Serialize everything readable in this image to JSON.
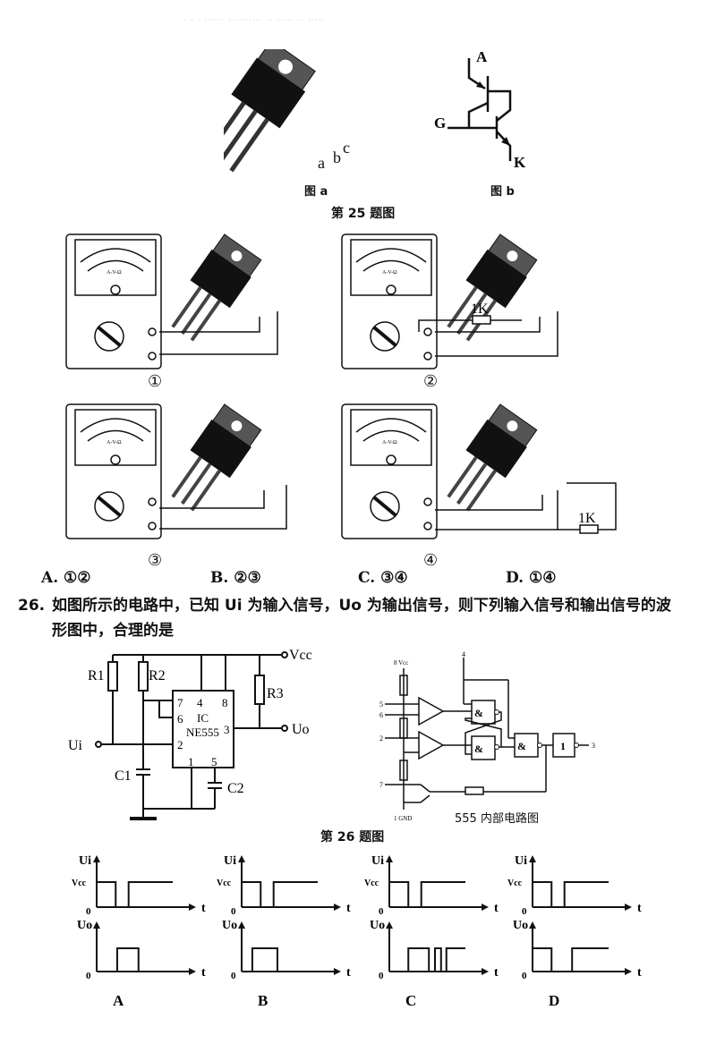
{
  "header": {
    "faint_text": "· · ·  ······  ·········· ··   ····· ··          ·····"
  },
  "q25": {
    "fig_a": {
      "caption": "图 a",
      "pins": [
        "a",
        "b",
        "c"
      ]
    },
    "fig_b": {
      "caption": "图 b",
      "terminals": {
        "anode": "A",
        "gate": "G",
        "cathode": "K"
      }
    },
    "figure_caption": "第 25 题图",
    "panels": [
      {
        "label": "①",
        "resistor": ""
      },
      {
        "label": "②",
        "resistor": "1K"
      },
      {
        "label": "③",
        "resistor": ""
      },
      {
        "label": "④",
        "resistor": "1K"
      }
    ],
    "meter_scale": "A-V-Ω",
    "options": [
      {
        "key": "A.",
        "value": "①②"
      },
      {
        "key": "B.",
        "value": "②③"
      },
      {
        "key": "C.",
        "value": "③④"
      },
      {
        "key": "D.",
        "value": "①④"
      }
    ]
  },
  "q26": {
    "number": "26.",
    "text_line1": "如图所示的电路中，已知 Ui 为输入信号，Uo 为输出信号，则下列输入信号和输出信号的波",
    "text_line2": "形图中，合理的是",
    "circuit": {
      "components": [
        "R1",
        "R2",
        "R3",
        "C1",
        "C2"
      ],
      "ic_label": "IC",
      "ic_name": "NE555",
      "pins": [
        "7",
        "4",
        "8",
        "6",
        "3",
        "2",
        "1",
        "5"
      ],
      "vcc": "Vcc",
      "input": "Ui",
      "output": "Uo"
    },
    "internal": {
      "caption": "555 内部电路图",
      "pin_labels": {
        "vcc": "8 Vcc",
        "gnd": "1 GND",
        "p4": "4",
        "p5": "5",
        "p6": "6",
        "p2": "2",
        "p7": "7",
        "p3": "3"
      },
      "and_label": "&",
      "not_label": "1"
    },
    "figure_caption": "第 26 题图",
    "waveforms": [
      {
        "label": "A",
        "ui_label": "Ui",
        "uo_label": "Uo",
        "vcc": "Vcc",
        "zero": "0",
        "t": "t"
      },
      {
        "label": "B",
        "ui_label": "Ui",
        "uo_label": "Uo",
        "vcc": "Vcc",
        "zero": "0",
        "t": "t"
      },
      {
        "label": "C",
        "ui_label": "Ui",
        "uo_label": "Uo",
        "vcc": "Vcc",
        "zero": "0",
        "t": "t"
      },
      {
        "label": "D",
        "ui_label": "Ui",
        "uo_label": "Uo",
        "vcc": "Vcc",
        "zero": "0",
        "t": "t"
      }
    ]
  }
}
